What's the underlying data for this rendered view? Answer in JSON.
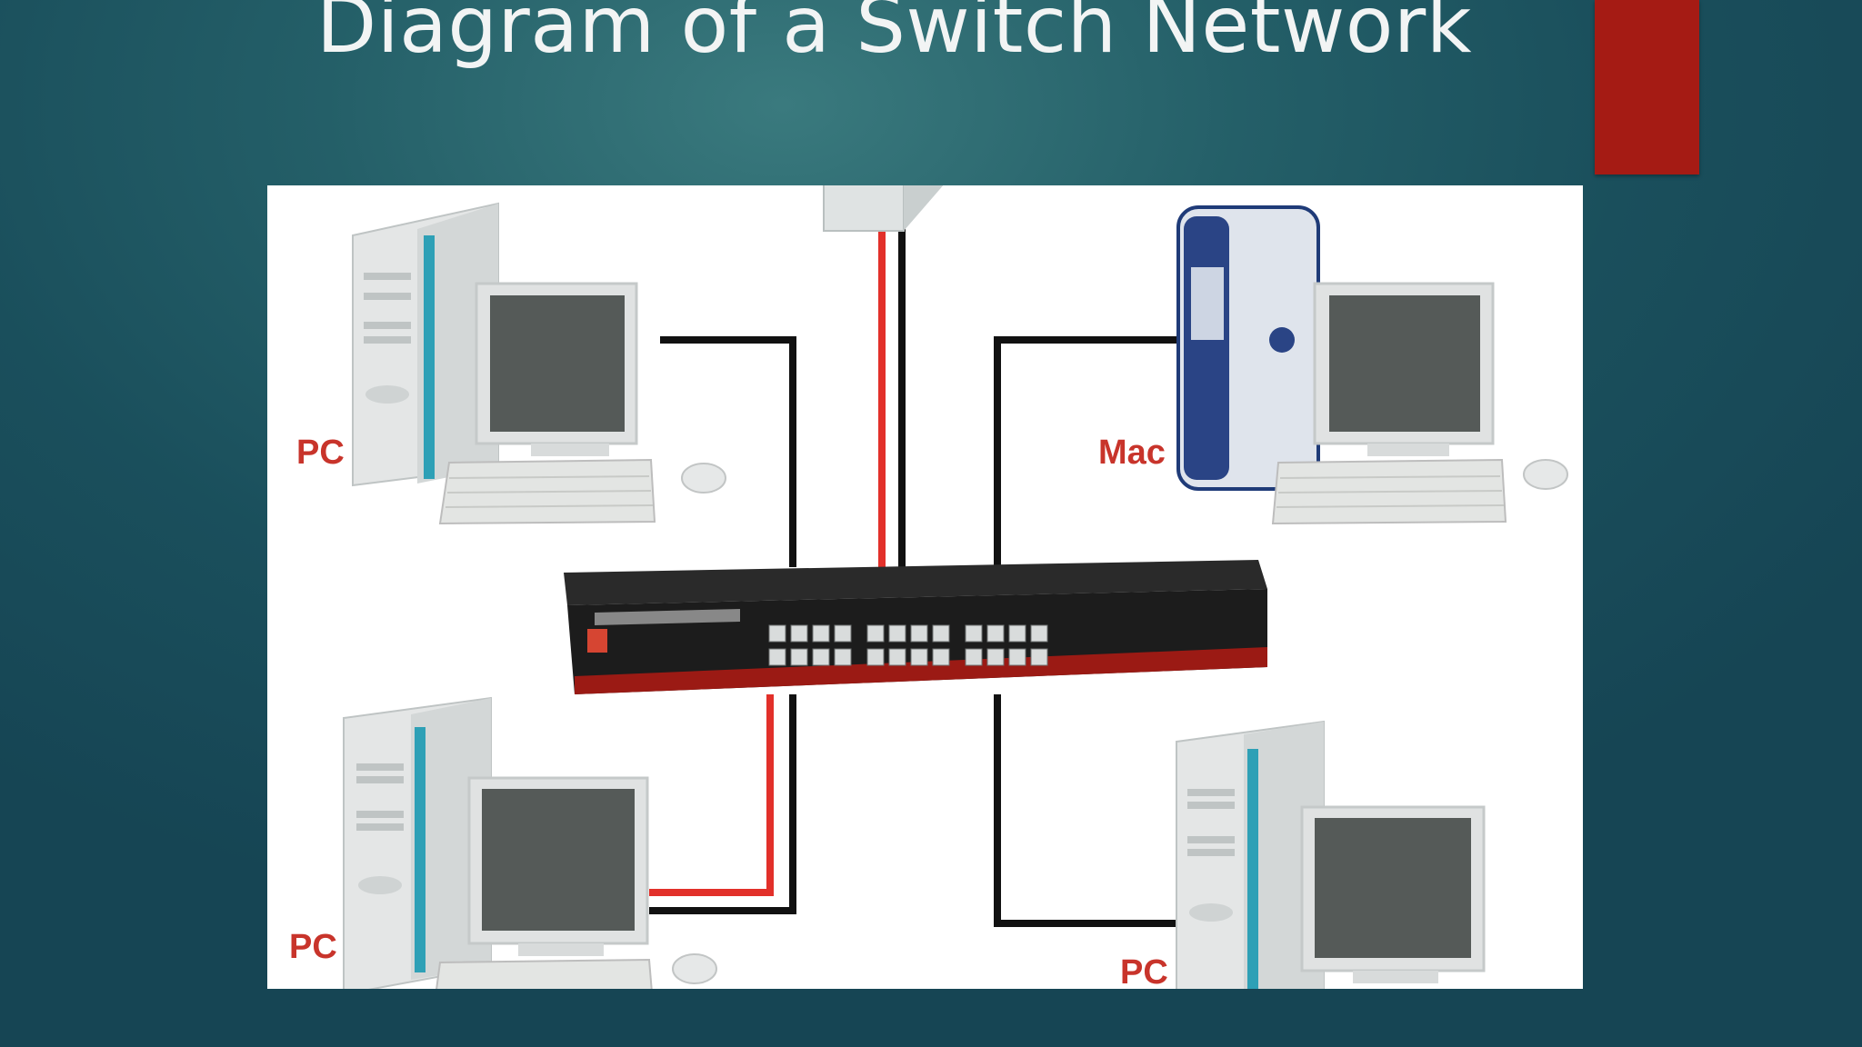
{
  "slide": {
    "title": "Diagram of a Switch Network",
    "accent_color": "#a51b14"
  },
  "diagram": {
    "labels": {
      "top_left": "PC",
      "top_right": "Mac",
      "bottom_left": "PC",
      "bottom_right": "PC"
    },
    "cable_colors": {
      "black": "#111111",
      "red": "#e2302a"
    },
    "switch_port_count": 24
  }
}
